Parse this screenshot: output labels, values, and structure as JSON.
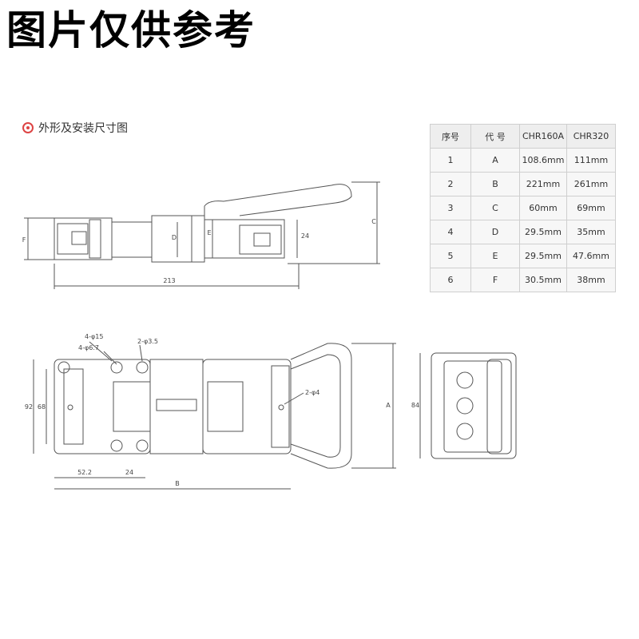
{
  "banner": {
    "text": "图片仅供参考"
  },
  "section": {
    "title": "外形及安装尺寸图",
    "icon": "target-icon"
  },
  "spec_table": {
    "headers": [
      "序号",
      "代 号",
      "CHR160A",
      "CHR320"
    ],
    "rows": [
      [
        "1",
        "A",
        "108.6mm",
        "111mm"
      ],
      [
        "2",
        "B",
        "221mm",
        "261mm"
      ],
      [
        "3",
        "C",
        "60mm",
        "69mm"
      ],
      [
        "4",
        "D",
        "29.5mm",
        "35mm"
      ],
      [
        "5",
        "E",
        "29.5mm",
        "47.6mm"
      ],
      [
        "6",
        "F",
        "30.5mm",
        "38mm"
      ]
    ]
  },
  "side_view": {
    "dim_total": "213",
    "dim_f": "F",
    "dim_d": "D",
    "dim_e": "E",
    "dim_24": "24",
    "dim_c": "C"
  },
  "top_view": {
    "hole_label_1": "4-φ15",
    "hole_label_2": "4-φ6.7",
    "hole_label_3": "2-φ3.5",
    "hole_label_4": "2-φ4",
    "dim_92": "92",
    "dim_68": "68",
    "dim_52": "52.2",
    "dim_24": "24",
    "dim_b": "B",
    "dim_a": "A"
  },
  "end_view": {
    "dim_84": "84"
  }
}
